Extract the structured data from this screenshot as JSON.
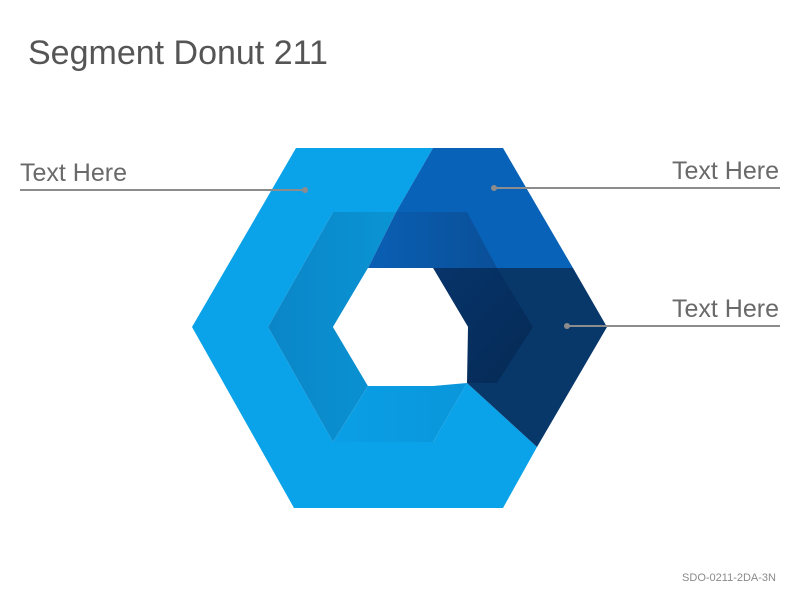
{
  "title": "Segment Donut 211",
  "labels": [
    {
      "text": "Text Here"
    },
    {
      "text": "Text Here"
    },
    {
      "text": "Text Here"
    }
  ],
  "footer": "SDO-0211-2DA-3N",
  "colors": {
    "segment_light": "#0aa3ea",
    "segment_mid": "#0862b8",
    "segment_dark": "#08376a",
    "leader_line": "#8c8c8c",
    "label_text": "#6a6a6a",
    "title_text": "#555555"
  }
}
